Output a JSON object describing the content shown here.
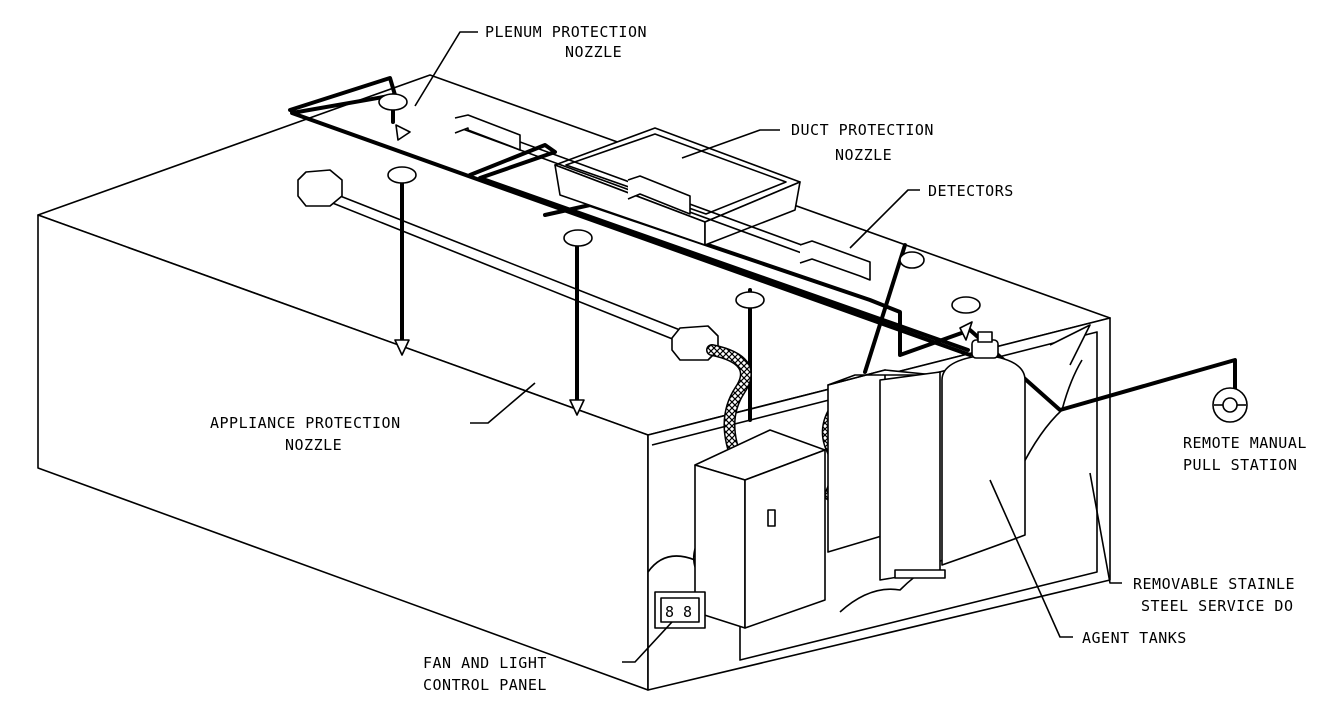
{
  "labels": {
    "plenum_nozzle": [
      "PLENUM PROTECTION",
      "NOZZLE"
    ],
    "duct_nozzle": [
      "DUCT PROTECTION",
      "NOZZLE"
    ],
    "detectors": "DETECTORS",
    "appliance_nozzle": [
      "APPLIANCE PROTECTION",
      "NOZZLE"
    ],
    "remote_pull": [
      "REMOTE MANUAL",
      "PULL STATION"
    ],
    "service_door": [
      "REMOVABLE STAINLE",
      "STEEL SERVICE DO"
    ],
    "agent_tanks": "AGENT TANKS",
    "fan_panel": [
      "FAN AND LIGHT",
      "CONTROL PANEL"
    ]
  }
}
